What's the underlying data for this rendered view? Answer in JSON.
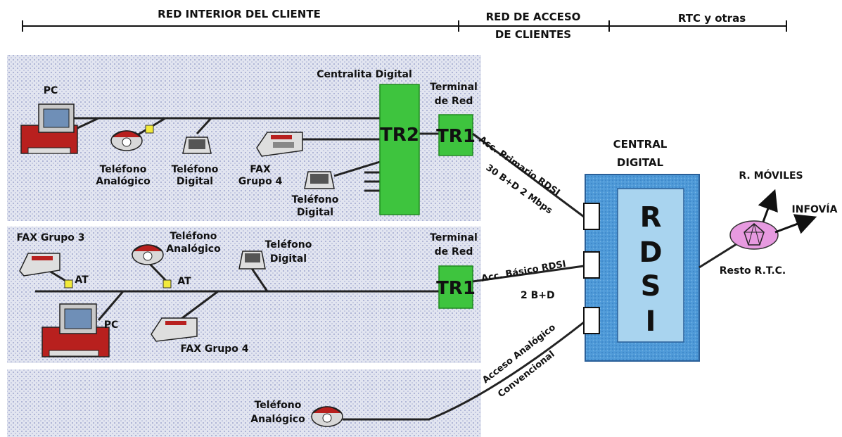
{
  "header": {
    "section_1": "RED INTERIOR DEL  CLIENTE",
    "section_2_line1": "RED DE ACCESO",
    "section_2_line2": "DE CLIENTES",
    "section_3": "RTC y otras"
  },
  "panel1": {
    "pc": "PC",
    "phone_analog_1": "Teléfono",
    "phone_analog_2": "Analógico",
    "phone_digital_1": "Teléfono",
    "phone_digital_2": "Digital",
    "fax_1": "FAX",
    "fax_2": "Grupo 4",
    "pbx": "Centralita Digital",
    "tr2": "TR2",
    "phone_digital_b_1": "Teléfono",
    "phone_digital_b_2": "Digital",
    "terminal_1": "Terminal",
    "terminal_2": "de Red",
    "tr1": "TR1"
  },
  "panel2": {
    "fax3": "FAX Grupo 3",
    "at_1": "AT",
    "phone_analog_1": "Teléfono",
    "phone_analog_2": "Analógico",
    "at_2": "AT",
    "phone_digital_1": "Teléfono",
    "phone_digital_2": "Digital",
    "pc": "PC",
    "fax4": "FAX Grupo 4",
    "terminal_1": "Terminal",
    "terminal_2": "de Red",
    "tr1": "TR1"
  },
  "panel3": {
    "phone_analog_1": "Teléfono",
    "phone_analog_2": "Analógico"
  },
  "links": {
    "primary_1": "Acc. Primario RDSI",
    "primary_2": "30 B+D 2 Mbps",
    "basic_1": "Acc. Básico RDSI",
    "basic_2": "2 B+D",
    "analog_1": "Acceso Analógico",
    "analog_2": "Convencional"
  },
  "central": {
    "title_1": "CENTRAL",
    "title_2": "DIGITAL",
    "r": "R",
    "d": "D",
    "s": "S",
    "i": "I"
  },
  "network": {
    "mobiles": "R. MÓVILES",
    "infovia": "INFOVÍA",
    "rest": "Resto R.T.C."
  },
  "colors": {
    "panel": "#d7dbea",
    "green": "#3ec43e",
    "central_blue": "#4f9ad8",
    "central_inner": "#a9d4ef",
    "network_pink": "#e79ae0"
  }
}
